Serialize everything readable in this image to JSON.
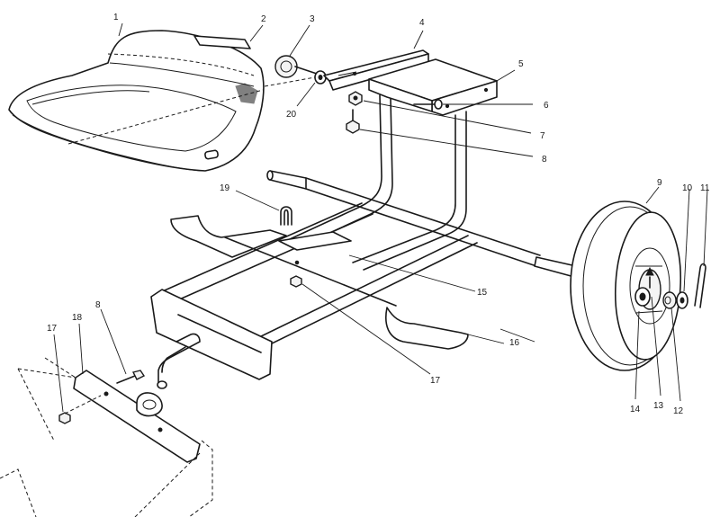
{
  "callouts": [
    {
      "id": "c1",
      "label": "1"
    },
    {
      "id": "c2",
      "label": "2"
    },
    {
      "id": "c3",
      "label": "3"
    },
    {
      "id": "c4",
      "label": "4"
    },
    {
      "id": "c5",
      "label": "5"
    },
    {
      "id": "c6",
      "label": "6"
    },
    {
      "id": "c7",
      "label": "7"
    },
    {
      "id": "c8a",
      "label": "8"
    },
    {
      "id": "c8b",
      "label": "8"
    },
    {
      "id": "c9",
      "label": "9"
    },
    {
      "id": "c10",
      "label": "10"
    },
    {
      "id": "c11",
      "label": "11"
    },
    {
      "id": "c12",
      "label": "12"
    },
    {
      "id": "c13",
      "label": "13"
    },
    {
      "id": "c14",
      "label": "14"
    },
    {
      "id": "c15",
      "label": "15"
    },
    {
      "id": "c16",
      "label": "16"
    },
    {
      "id": "c17a",
      "label": "17"
    },
    {
      "id": "c17b",
      "label": "17"
    },
    {
      "id": "c18",
      "label": "18"
    },
    {
      "id": "c19",
      "label": "19"
    },
    {
      "id": "c20",
      "label": "20"
    }
  ]
}
